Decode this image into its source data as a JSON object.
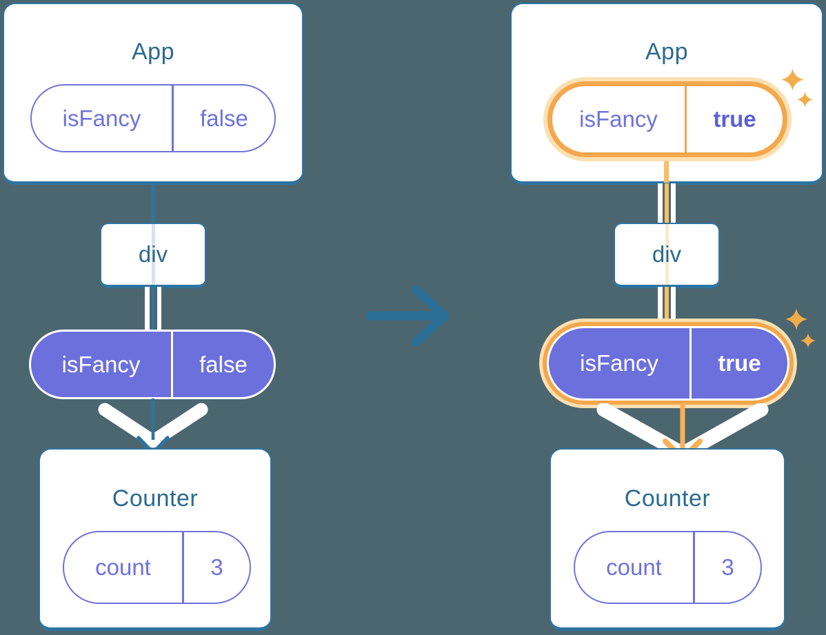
{
  "left_diagram": {
    "app_card": {
      "title": "App",
      "state_pill": {
        "name": "isFancy",
        "value": "false"
      }
    },
    "div_node": {
      "label": "div"
    },
    "prop_pill": {
      "name": "isFancy",
      "value": "false"
    },
    "counter_card": {
      "title": "Counter",
      "state_pill": {
        "name": "count",
        "value": "3"
      }
    }
  },
  "right_diagram": {
    "app_card": {
      "title": "App",
      "state_pill": {
        "name": "isFancy",
        "value": "true"
      }
    },
    "div_node": {
      "label": "div"
    },
    "prop_pill": {
      "name": "isFancy",
      "value": "true"
    },
    "counter_card": {
      "title": "Counter",
      "state_pill": {
        "name": "count",
        "value": "3"
      }
    }
  },
  "icons": {
    "transition": "right-arrow-icon",
    "flow_left": "down-arrow-icon",
    "flow_right": "down-arrow-icon",
    "highlight": "sparkle-icon"
  },
  "colors": {
    "background": "#4C6670",
    "card_border": "#2E74A0",
    "title_text": "#2B6A90",
    "purple_fill": "#6C70DC",
    "purple_text": "#6E72DC",
    "purple_bold_text": "#5C61D6",
    "orange_ring": "#F4A74C",
    "orange_line": "#F8BE62",
    "orange_halo": "#FBE0B2",
    "orange_arrow": "#F6B255",
    "sparkle": "#F3AC4B"
  }
}
